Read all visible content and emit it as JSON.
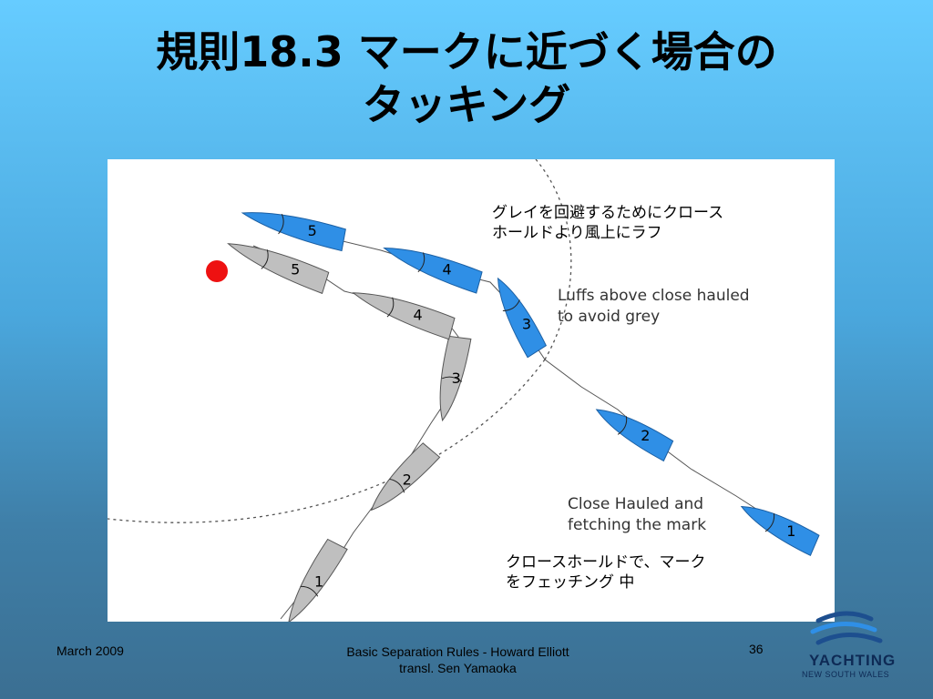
{
  "title": {
    "line1": "規則18.3 マークに近づく場合の",
    "line2": "タッキング"
  },
  "annotations": {
    "luff_ja": [
      "グレイを回避するためにクロース",
      "ホールドより風上にラフ"
    ],
    "luff_en": [
      "Luffs above close hauled",
      "to avoid grey"
    ],
    "close_en": [
      "Close Hauled and",
      "fetching the mark"
    ],
    "close_ja": [
      "クロースホールドで、マーク",
      "をフェッチング 中"
    ]
  },
  "boats": {
    "blue_labels": [
      "1",
      "2",
      "3",
      "4",
      "5"
    ],
    "grey_labels": [
      "1",
      "2",
      "3",
      "4",
      "5"
    ]
  },
  "colors": {
    "blue_boat": "#2f8fe6",
    "grey_boat": "#bfbfbf",
    "mark": "#ee1111"
  },
  "footer": {
    "date": "March 2009",
    "credit_line1": "Basic Separation Rules - Howard Elliott",
    "credit_line2": "transl. Sen Yamaoka",
    "page": "36"
  },
  "logo": {
    "name": "YACHTING",
    "sub": "NEW SOUTH WALES"
  }
}
